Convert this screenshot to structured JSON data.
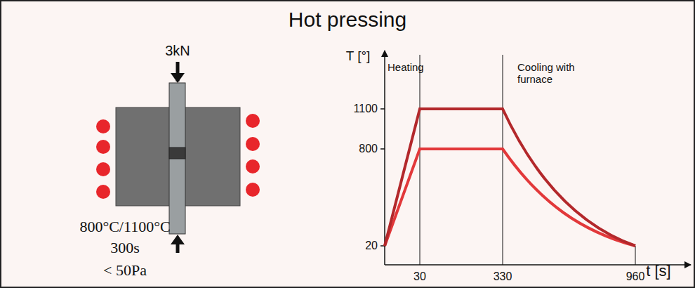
{
  "diagram": {
    "title": "Hot pressing",
    "labels": [
      "3kN",
      "800°C/1100°C",
      "300s",
      "< 50Pa",
      "T [°]",
      "Heating",
      "Cooling with furnace",
      "1100",
      "800",
      "20",
      "30",
      "330",
      "960",
      "t [s]"
    ]
  }
}
